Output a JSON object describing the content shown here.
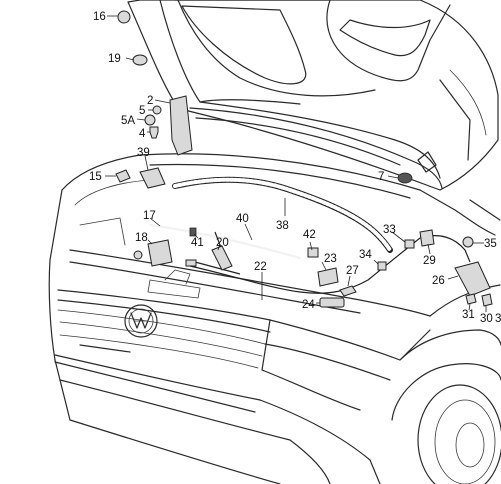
{
  "callouts": [
    {
      "id": "c16",
      "text": "16"
    },
    {
      "id": "c19",
      "text": "19"
    },
    {
      "id": "c2",
      "text": "2"
    },
    {
      "id": "c5",
      "text": "5"
    },
    {
      "id": "c5a",
      "text": "5A"
    },
    {
      "id": "c4",
      "text": "4"
    },
    {
      "id": "c39",
      "text": "39"
    },
    {
      "id": "c15",
      "text": "15"
    },
    {
      "id": "c7",
      "text": "7"
    },
    {
      "id": "c17",
      "text": "17"
    },
    {
      "id": "c40",
      "text": "40"
    },
    {
      "id": "c38",
      "text": "38"
    },
    {
      "id": "c33",
      "text": "33"
    },
    {
      "id": "c35",
      "text": "35"
    },
    {
      "id": "c18",
      "text": "18"
    },
    {
      "id": "c41",
      "text": "41"
    },
    {
      "id": "c20",
      "text": "20"
    },
    {
      "id": "c42",
      "text": "42"
    },
    {
      "id": "c34",
      "text": "34"
    },
    {
      "id": "c29",
      "text": "29"
    },
    {
      "id": "c23",
      "text": "23"
    },
    {
      "id": "c22",
      "text": "22"
    },
    {
      "id": "c27",
      "text": "27"
    },
    {
      "id": "c26",
      "text": "26"
    },
    {
      "id": "c24",
      "text": "24"
    },
    {
      "id": "c31",
      "text": "31"
    },
    {
      "id": "c30",
      "text": "30"
    },
    {
      "id": "c3",
      "text": "3"
    }
  ]
}
